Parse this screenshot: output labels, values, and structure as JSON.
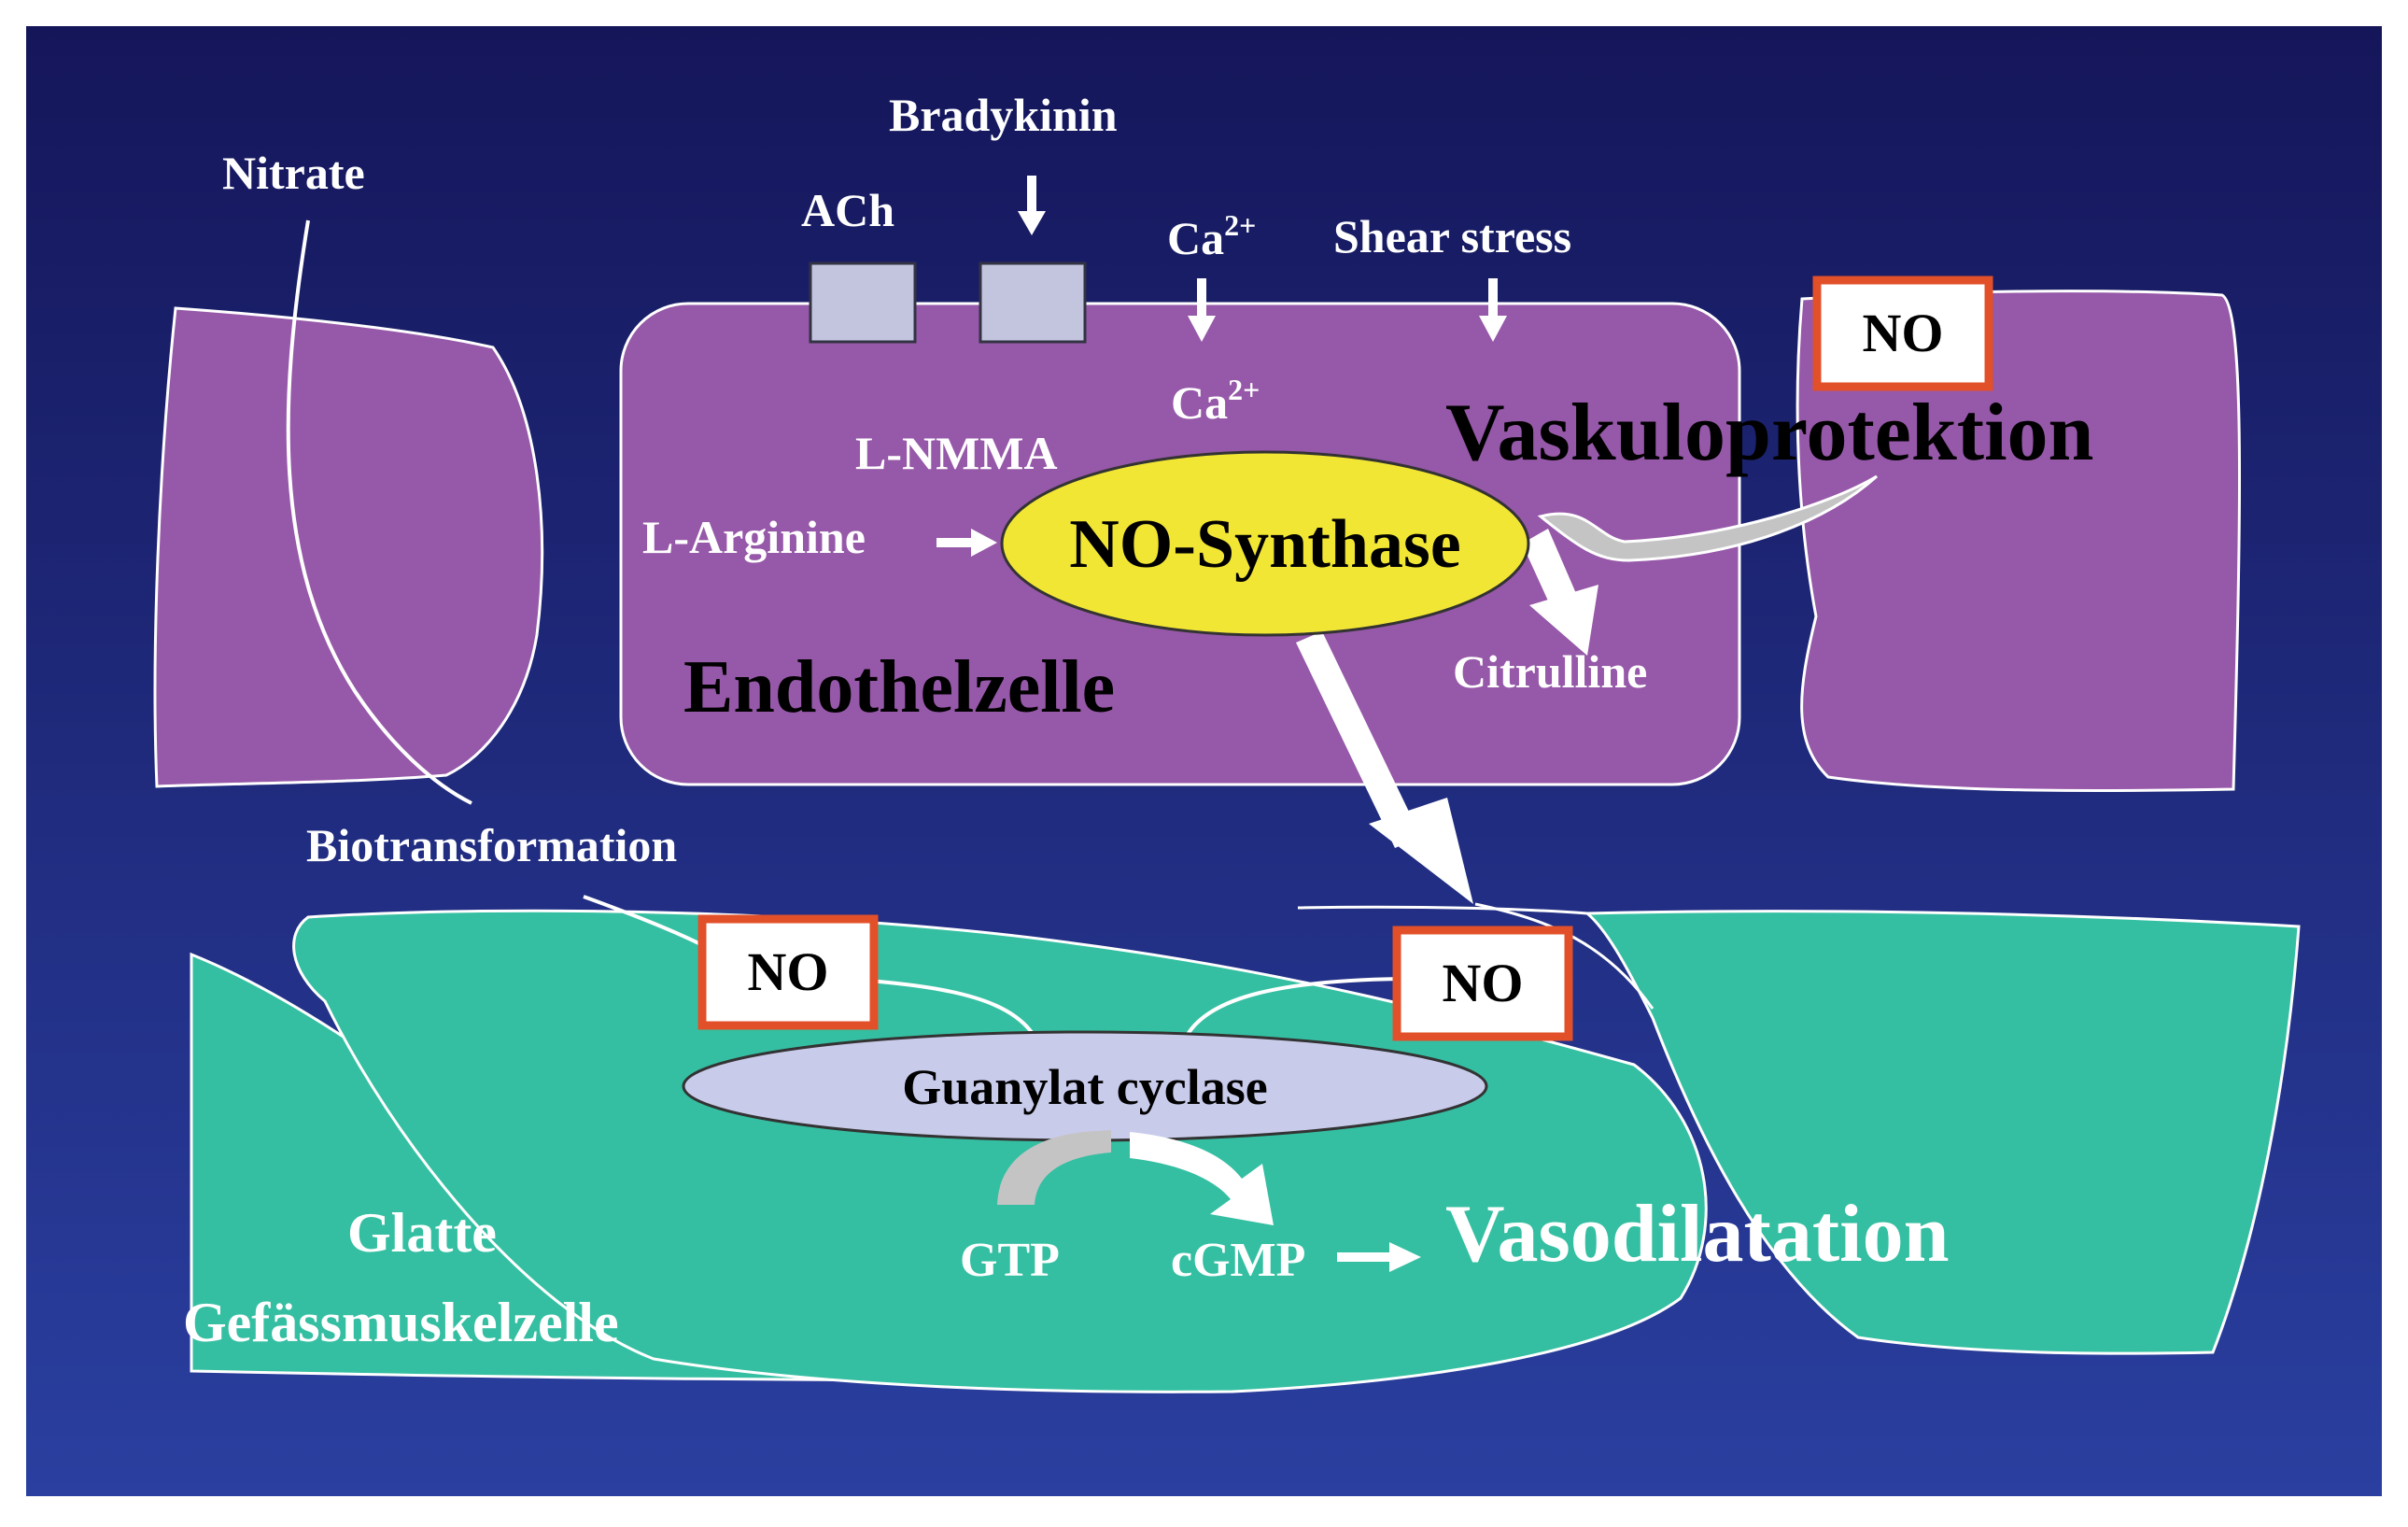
{
  "colors": {
    "background_top": "#15165a",
    "background_bottom": "#2a3fa0",
    "endothelial_cell": "#9658a8",
    "smooth_muscle_cell": "#35bfa2",
    "enzyme_ellipse": "#f2e635",
    "cyclase_ellipse": "#c9cbeb",
    "receptor_box": "#c3c5df",
    "no_box_border": "#e2502a",
    "arrow": "#ffffff",
    "grey_arrow": "#c4c4c4"
  },
  "labels": {
    "nitrate": "Nitrate",
    "bradykinin": "Bradykinin",
    "ach": "ACh",
    "ca_outer": "Ca",
    "ca_outer_sup": "2+",
    "shear_stress": "Shear stress",
    "ca_inner": "Ca",
    "ca_inner_sup": "2+",
    "l_nmma": "L-NMMA",
    "l_arginine": "L-Arginine",
    "no_synthase": "NO-Synthase",
    "vaskuloprotektion": "Vaskuloprotektion",
    "citrulline": "Citrulline",
    "endothelzelle": "Endothelzelle",
    "biotransformation": "Biotransformation",
    "no_top": "NO",
    "no_left": "NO",
    "no_right": "NO",
    "guanylat_cyclase": "Guanylat cyclase",
    "gtp": "GTP",
    "cgmp": "cGMP",
    "vasodilatation": "Vasodilatation",
    "glatte": "Glatte",
    "gefaessmuskelzelle": "Gefässmuskelzelle"
  }
}
